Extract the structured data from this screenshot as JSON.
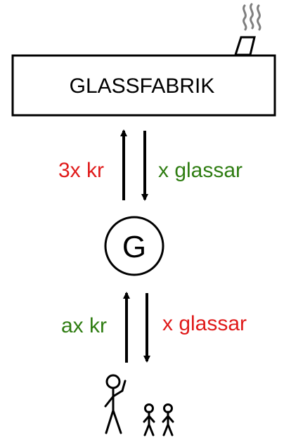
{
  "factory": {
    "label": "GLASSFABRIK"
  },
  "node": {
    "label": "G"
  },
  "upper_flow": {
    "money_label": "3x kr",
    "goods_label": "x glassar"
  },
  "lower_flow": {
    "money_label": "ax kr",
    "goods_label": "x glassar"
  },
  "colors": {
    "stroke": "#000000",
    "smoke": "#7f7f7f",
    "red": "#e01b1b",
    "green": "#2f7d12"
  },
  "icons": [
    "chimney-icon",
    "smoke-icon",
    "person-icon",
    "child-icon"
  ]
}
